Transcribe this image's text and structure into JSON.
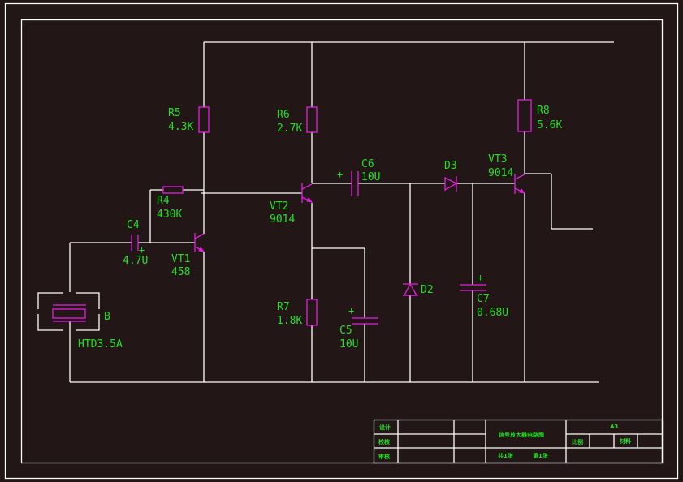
{
  "drawing": {
    "type": "electronic schematic",
    "colors": {
      "background": "#231616",
      "wire": "#ffffff",
      "component": "#e020e0",
      "text": "#22e022"
    },
    "components": {
      "R5": {
        "ref": "R5",
        "value": "4.3K"
      },
      "R6": {
        "ref": "R6",
        "value": "2.7K"
      },
      "R4": {
        "ref": "R4",
        "value": "430K"
      },
      "R7": {
        "ref": "R7",
        "value": "1.8K"
      },
      "R8": {
        "ref": "R8",
        "value": "5.6K"
      },
      "C4": {
        "ref": "C4",
        "value": "4.7U",
        "polarity": "+"
      },
      "C5": {
        "ref": "C5",
        "value": "10U",
        "polarity": "+"
      },
      "C6": {
        "ref": "C6",
        "value": "10U",
        "polarity": "+"
      },
      "C7": {
        "ref": "C7",
        "value": "0.68U",
        "polarity": "+"
      },
      "VT1": {
        "ref": "VT1",
        "value": "458"
      },
      "VT2": {
        "ref": "VT2",
        "value": "9014"
      },
      "VT3": {
        "ref": "VT3",
        "value": "9014"
      },
      "D2": {
        "ref": "D2"
      },
      "D3": {
        "ref": "D3"
      },
      "B": {
        "ref": "B",
        "value": "HTD3.5A"
      }
    }
  },
  "title_block": {
    "designer_label": "设计",
    "checker_label": "校核",
    "reviewer_label": "审核",
    "drawing_title": "信号放大器电路图",
    "sheet_size": "A3",
    "scale_label": "比例",
    "material_label": "材料",
    "total_sheets": "共1张",
    "sheet_number": "第1张"
  }
}
